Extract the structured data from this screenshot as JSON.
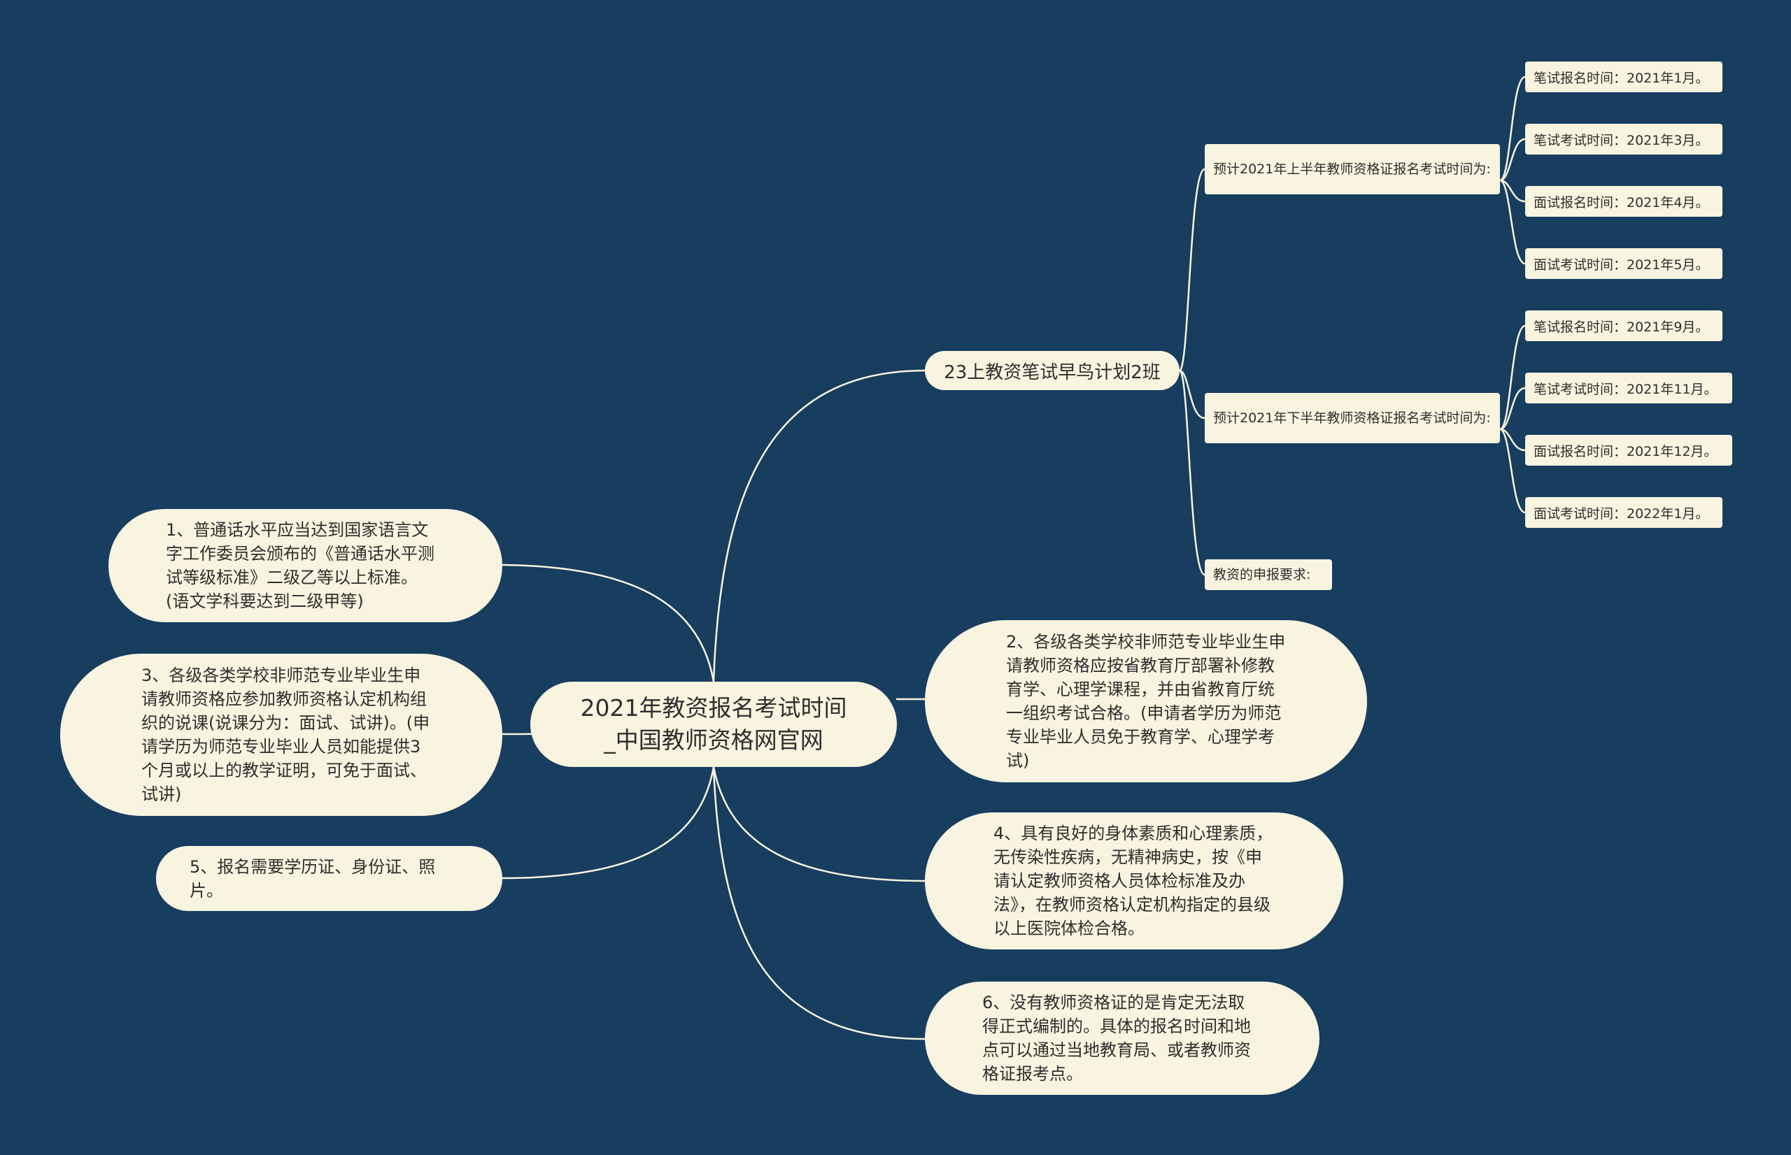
{
  "root": {
    "line1": "2021年教资报名考试时间",
    "line2": "_中国教师资格网官网"
  },
  "branch": {
    "label": "23上教资笔试早鸟计划2班"
  },
  "sub_nodes": [
    {
      "text": "预计2021年上半年教师资格证报名考试时间为:"
    },
    {
      "text": "预计2021年下半年教师资格证报名考试时间为:"
    },
    {
      "text": "教资的申报要求:"
    }
  ],
  "leaves_first_half": [
    "笔试报名时间：2021年1月。",
    "笔试考试时间：2021年3月。",
    "面试报名时间：2021年4月。",
    "面试考试时间：2021年5月。"
  ],
  "leaves_second_half": [
    "笔试报名时间：2021年9月。",
    "笔试考试时间：2021年11月。",
    "面试报名时间：2021年12月。",
    "面试考试时间：2022年1月。"
  ],
  "left_nodes": [
    "1、普通话水平应当达到国家语言文字工作委员会颁布的《普通话水平测试等级标准》二级乙等以上标准。(语文学科要达到二级甲等)",
    "3、各级各类学校非师范专业毕业生申请教师资格应参加教师资格认定机构组织的说课(说课分为：面试、试讲)。(申请学历为师范专业毕业人员如能提供3个月或以上的教学证明，可免于面试、试讲)",
    "5、报名需要学历证、身份证、照片。"
  ],
  "right_nodes": [
    "2、各级各类学校非师范专业毕业生申请教师资格应按省教育厅部署补修教育学、心理学课程，并由省教育厅统一组织考试合格。(申请者学历为师范专业毕业人员免于教育学、心理学考试)",
    "4、具有良好的身体素质和心理素质，无传染性疾病，无精神病史，按《申请认定教师资格人员体检标准及办法》，在教师资格认定机构指定的县级以上医院体检合格。",
    "6、没有教师资格证的是肯定无法取得正式编制的。具体的报名时间和地点可以通过当地教育局、或者教师资格证报考点。"
  ],
  "colors": {
    "background": "#173d5f",
    "node_fill": "#f8f4e0",
    "link": "#f8f4e0"
  }
}
